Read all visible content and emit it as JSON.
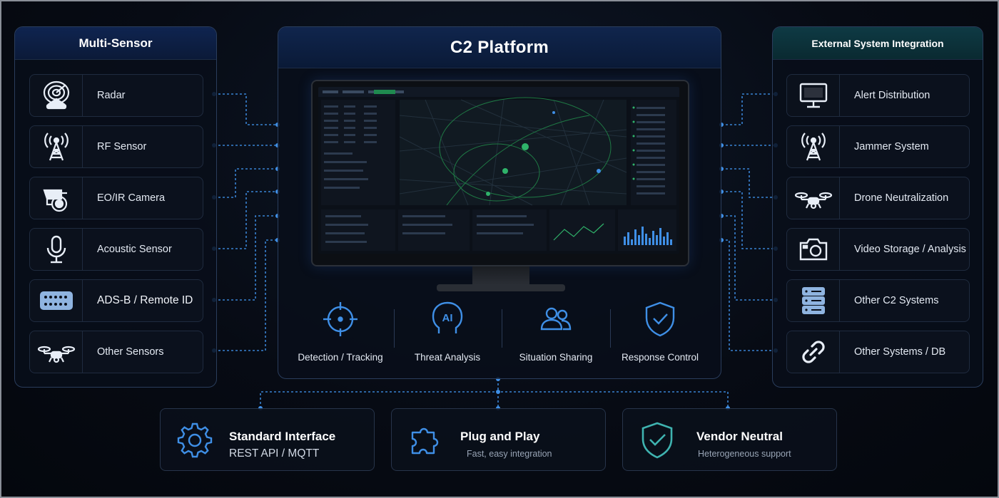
{
  "colors": {
    "accent_blue": "#3f8fe6",
    "icon_white": "#e8eef7",
    "teal_check": "#3fb3b0",
    "connector": "#3f8fe6"
  },
  "left_panel": {
    "title": "Multi-Sensor",
    "items": [
      {
        "label": "Radar",
        "icon": "radar-icon"
      },
      {
        "label": "RF Sensor",
        "icon": "rf-tower-icon"
      },
      {
        "label": "EO/IR Camera",
        "icon": "camera-icon"
      },
      {
        "label": "Acoustic Sensor",
        "icon": "microphone-icon"
      },
      {
        "label": "ADS-B / Remote ID",
        "icon": "adsb-device-icon"
      },
      {
        "label": "Other Sensors",
        "icon": "drone-icon"
      }
    ]
  },
  "center_panel": {
    "title": "C2 Platform",
    "features": [
      {
        "label": "Detection / Tracking",
        "icon": "crosshair-icon"
      },
      {
        "label": "Threat Analysis",
        "icon": "ai-head-icon"
      },
      {
        "label": "Situation Sharing",
        "icon": "users-icon"
      },
      {
        "label": "Response Control",
        "icon": "shield-check-icon"
      }
    ]
  },
  "right_panel": {
    "title": "External System Integration",
    "items": [
      {
        "label": "Alert Distribution",
        "icon": "monitor-icon"
      },
      {
        "label": "Jammer System",
        "icon": "rf-tower-icon"
      },
      {
        "label": "Drone Neutralization",
        "icon": "drone-icon"
      },
      {
        "label": "Video Storage / Analysis",
        "icon": "camera-icon"
      },
      {
        "label": "Other C2 Systems",
        "icon": "server-icon"
      },
      {
        "label": "Other Systems / DB",
        "icon": "link-icon"
      }
    ]
  },
  "bottom": [
    {
      "title": "Standard Interface",
      "subtitle": "REST API / MQTT",
      "icon": "gear-icon"
    },
    {
      "title": "Plug and Play",
      "subtitle": "Fast, easy integration",
      "icon": "puzzle-icon"
    },
    {
      "title": "Vendor Neutral",
      "subtitle": "Heterogeneous support",
      "icon": "shield-check-icon"
    }
  ]
}
